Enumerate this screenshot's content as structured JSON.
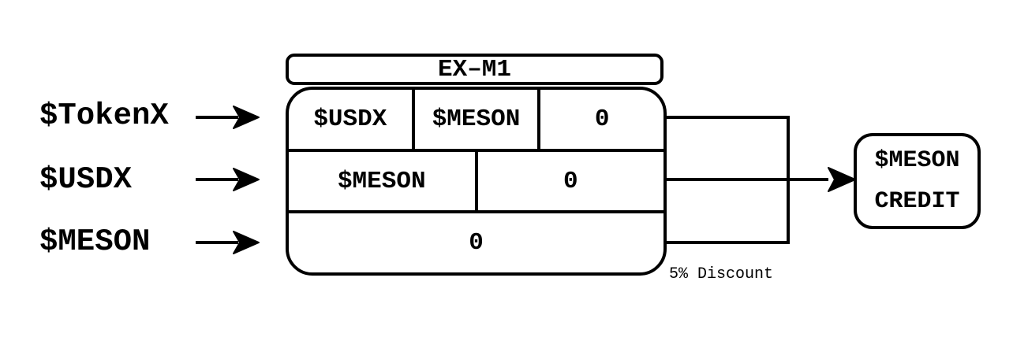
{
  "colors": {
    "ink": "#000000",
    "background": "#ffffff"
  },
  "inputs": [
    {
      "label": "$TokenX"
    },
    {
      "label": "$USDX"
    },
    {
      "label": "$MESON"
    }
  ],
  "exchange": {
    "title": "EX–M1",
    "rows": [
      {
        "cells": [
          "$USDX",
          "$MESON",
          "0"
        ]
      },
      {
        "cells": [
          "$MESON",
          "0"
        ]
      },
      {
        "cells": [
          "0"
        ]
      }
    ]
  },
  "note": {
    "discount": "5% Discount"
  },
  "output": {
    "line1": "$MESON",
    "line2": "CREDIT"
  }
}
